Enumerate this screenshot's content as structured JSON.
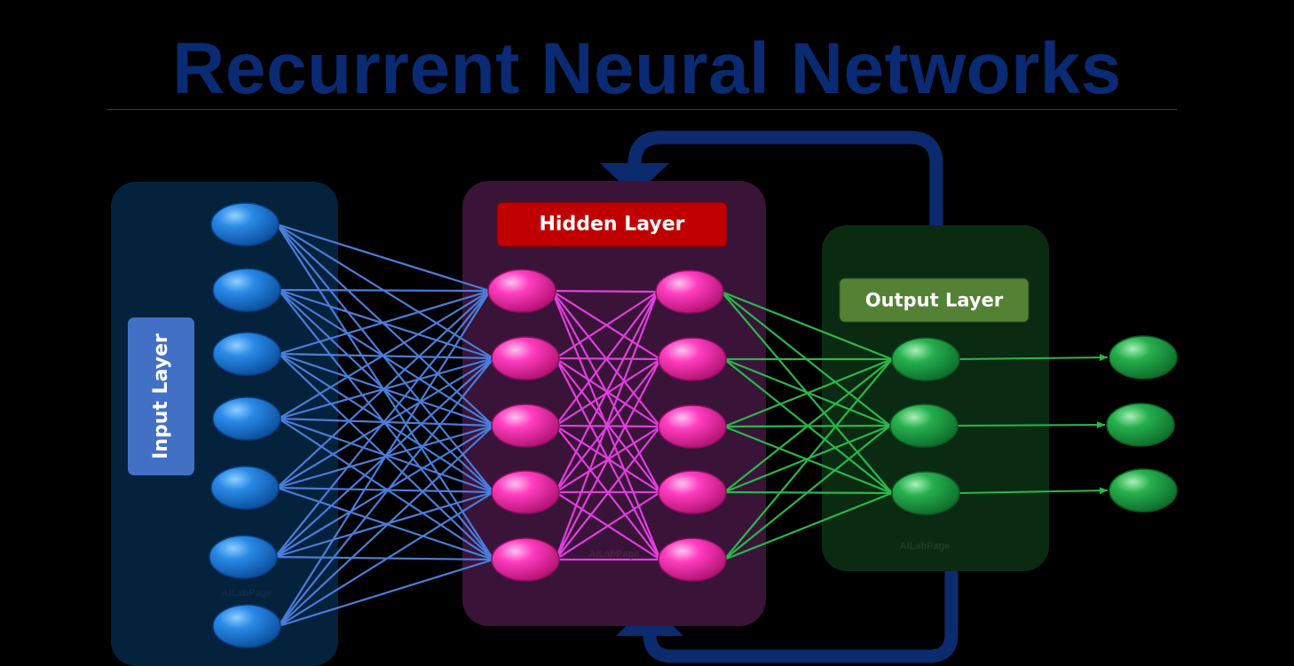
{
  "title": "Recurrent Neural Networks",
  "labels": {
    "input_layer": "Input Layer",
    "hidden_layer": "Hidden Layer",
    "output_layer": "Output Layer"
  },
  "watermarks": {
    "input": "AILabPage",
    "hidden": "AILabPage",
    "output": "AILabPage"
  },
  "layers": {
    "input": {
      "node_count": 7,
      "node_color": "#1877d6",
      "panel_color": "#05223d"
    },
    "hidden_a": {
      "node_count": 5,
      "node_color": "#f01fa8"
    },
    "hidden_b": {
      "node_count": 5,
      "node_color": "#f01fa8"
    },
    "hidden_panel_color": "#3a1438",
    "output": {
      "node_count": 3,
      "node_color": "#1f9a45",
      "panel_color": "#0b2a12"
    },
    "final": {
      "node_count": 3,
      "node_color": "#1f9a45"
    }
  },
  "colors": {
    "title": "#0a2a73",
    "input_edges": "#4a7ddb",
    "hidden_edges": "#e23ee0",
    "output_edges": "#28b84a",
    "recurrent_arrow": "#0c2a6e",
    "input_label_bg": "#4270c4",
    "hidden_label_bg": "#c00000",
    "output_label_bg": "#548235"
  }
}
